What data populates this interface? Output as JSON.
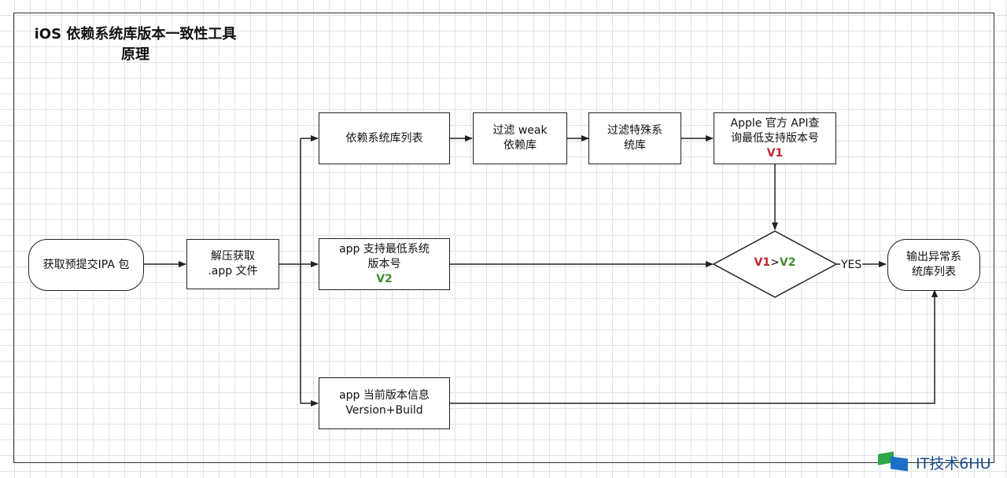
{
  "diagram": {
    "title_line1": "iOS 依赖系统库版本一致性工具",
    "title_line2": "原理",
    "nodes": {
      "get_ipa": "获取预提交IPA 包",
      "unzip_line1": "解压获取",
      "unzip_line2": ".app 文件",
      "dep_list": "依赖系统库列表",
      "filter_weak_line1": "过滤 weak",
      "filter_weak_line2": "依赖库",
      "filter_special_line1": "过滤特殊系",
      "filter_special_line2": "统库",
      "apple_api_line1": "Apple 官方 API查",
      "apple_api_line2": "询最低支持版本号",
      "apple_api_version": "V1",
      "min_version_line1": "app 支持最低系统",
      "min_version_line2": "版本号",
      "min_version_version": "V2",
      "current_version_line1": "app 当前版本信息",
      "current_version_line2": "Version+Build",
      "output_line1": "输出异常系",
      "output_line2": "统库列表"
    },
    "decision": {
      "left": "V1",
      "op": ">",
      "right": "V2"
    },
    "edge_yes": "YES",
    "colors": {
      "v1": "#c0262d",
      "v2": "#3f8f2a",
      "stroke": "#222222"
    }
  },
  "watermark": {
    "text": "IT技术6HU"
  }
}
